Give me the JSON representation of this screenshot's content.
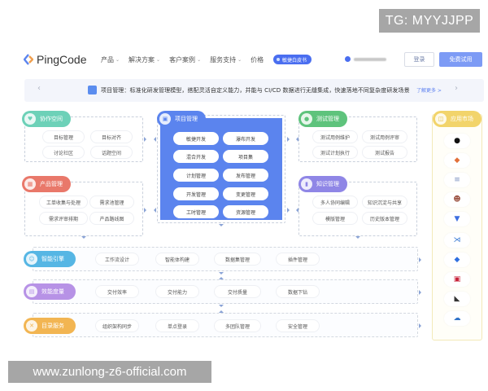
{
  "watermarks": {
    "top_right": "TG: MYYJJPP",
    "bottom_left": "www.zunlong-z6-official.com"
  },
  "navbar": {
    "brand": "PingCode",
    "items": [
      {
        "label": "产品",
        "has_dropdown": true
      },
      {
        "label": "解决方案",
        "has_dropdown": true
      },
      {
        "label": "客户案例",
        "has_dropdown": true
      },
      {
        "label": "服务支持",
        "has_dropdown": true
      },
      {
        "label": "价格",
        "has_dropdown": false
      }
    ],
    "whitepaper_badge": "敏捷白皮书",
    "phone_icon": "phone-icon",
    "login_label": "登录",
    "trial_label": "免费试用",
    "accent_color": "#4a6ef0"
  },
  "banner": {
    "icon": "project-icon",
    "text": "项目管理：标准化研发管理模型，搭配灵活自定义能力，并能与 CI/CD 数据进行无缝集成，快速落地不同复杂度研发场景",
    "more_label": "了解更多 >",
    "prev_icon": "chevron-left-icon",
    "next_icon": "chevron-right-icon"
  },
  "modules": {
    "collab": {
      "title": "协作空间",
      "color": "#6dd1b8",
      "items": [
        "目标管理",
        "目标对齐",
        "讨论社区",
        "话题空间"
      ]
    },
    "product": {
      "title": "产品管理",
      "color": "#e9786a",
      "items": [
        "工单收集与处理",
        "需求池管理",
        "需求评审排期",
        "产品路线图"
      ]
    },
    "project": {
      "title": "项目管理",
      "color": "#5b84ee",
      "items": [
        "敏捷开发",
        "瀑布开发",
        "混合开发",
        "项目集",
        "计划管理",
        "发布管理",
        "开发管理",
        "变更管理",
        "工时管理",
        "资源管理"
      ]
    },
    "testing": {
      "title": "测试管理",
      "color": "#5ec37c",
      "items": [
        "测试用例维护",
        "测试用例评审",
        "测试计划执行",
        "测试报告"
      ]
    },
    "knowledge": {
      "title": "知识管理",
      "color": "#8f86e6",
      "items": [
        "多人协同编辑",
        "知识沉淀与共享",
        "模版管理",
        "历史版本管理"
      ]
    },
    "plugins": {
      "title": "应用市场",
      "color": "#f2d46b",
      "items": [
        "github-icon",
        "gitlab-icon",
        "gitee-icon",
        "jenkins-icon",
        "html5-icon",
        "vscode-icon",
        "jira-icon",
        "gitee-red-icon",
        "kotlin-icon",
        "cloud-icon"
      ]
    }
  },
  "rows": [
    {
      "title": "智能引擎",
      "color": "#56b6e4",
      "items": [
        "工作流设计",
        "智能体构建",
        "数据集管理",
        "插件管理"
      ]
    },
    {
      "title": "效能度量",
      "color": "#b792e6",
      "items": [
        "交付效率",
        "交付能力",
        "交付质量",
        "数据下钻"
      ]
    },
    {
      "title": "目录服务",
      "color": "#f2b552",
      "items": [
        "组织架构同步",
        "单点登录",
        "多团队管理",
        "安全管理"
      ]
    }
  ]
}
